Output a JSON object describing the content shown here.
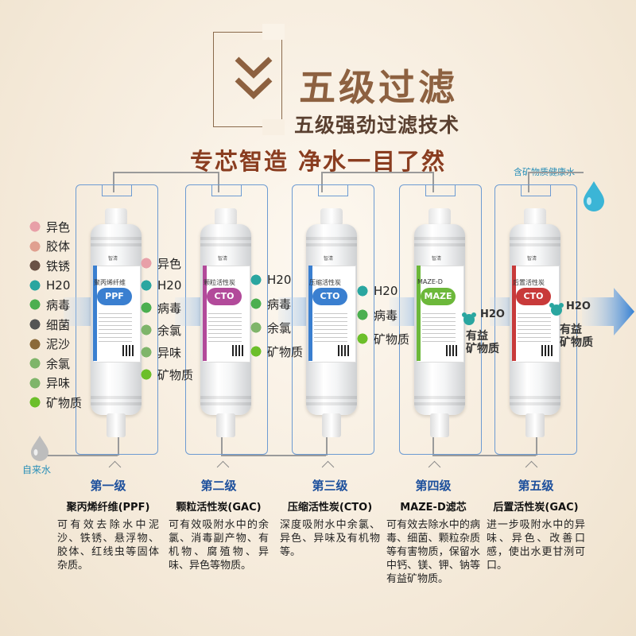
{
  "header": {
    "title": "五级过滤",
    "subtitle": "五级强劲过滤技术",
    "slogan": "专芯智造  净水一目了然"
  },
  "input_label": "自来水",
  "output_label": "含矿物质健康水",
  "impurities_in": [
    "异色",
    "胶体",
    "铁锈",
    "H20",
    "病毒",
    "细菌",
    "泥沙",
    "余氯",
    "异味",
    "矿物质"
  ],
  "after_stage1": [
    "异色",
    "H20",
    "病毒",
    "余氯",
    "异味",
    "矿物质"
  ],
  "after_stage2": [
    "H20",
    "病毒",
    "余氯",
    "矿物质"
  ],
  "after_stage3": [
    "H20",
    "病毒",
    "矿物质"
  ],
  "after_stage4": {
    "h2o": "H2O",
    "label_line1": "有益",
    "label_line2": "矿物质"
  },
  "after_stage5": {
    "h2o": "H2O",
    "label_line1": "有益",
    "label_line2": "矿物质"
  },
  "cartridges": [
    {
      "badge": "PPF",
      "label": "聚丙烯纤维",
      "color": "#3a7fd0",
      "brand": "智清"
    },
    {
      "badge": "CTO",
      "label": "颗粒活性炭",
      "color": "#b24a9a",
      "brand": "智清"
    },
    {
      "badge": "CTO",
      "label": "压缩活性炭",
      "color": "#3a7fd0",
      "brand": "智清"
    },
    {
      "badge": "MAZE",
      "label": "MAZE-D",
      "color": "#6cb83a",
      "brand": "智清"
    },
    {
      "badge": "CTO",
      "label": "后置活性炭",
      "color": "#c83a3a",
      "brand": "智清"
    }
  ],
  "stages": [
    {
      "title": "第一级",
      "name": "聚丙烯纤维(PPF)",
      "desc": "可有效去除水中泥沙、铁锈、悬浮物、胶体、红线虫等固体杂质。"
    },
    {
      "title": "第二级",
      "name": "颗粒活性炭(GAC)",
      "desc": "可有效吸附水中的余氯、消毒副产物、有机物、腐殖物、异味、异色等物质。"
    },
    {
      "title": "第三级",
      "name": "压缩活性炭(CTO)",
      "desc": "深度吸附水中余氯、异色、异味及有机物等。"
    },
    {
      "title": "第四级",
      "name": "MAZE-D滤芯",
      "desc": "可有效去除水中的病毒、细菌、颗粒杂质等有害物质，保留水中钙、镁、钾、钠等有益矿物质。"
    },
    {
      "title": "第五级",
      "name": "后置活性炭(GAC)",
      "desc": "进一步吸附水中的异味、异色、改善口感，使出水更甘洌可口。"
    }
  ],
  "colors": {
    "title": "#8d6140",
    "slogan": "#8a3d20",
    "stage_title": "#1c4f9c",
    "frame": "#6d9bd2",
    "flow": "#2f7fd6"
  }
}
